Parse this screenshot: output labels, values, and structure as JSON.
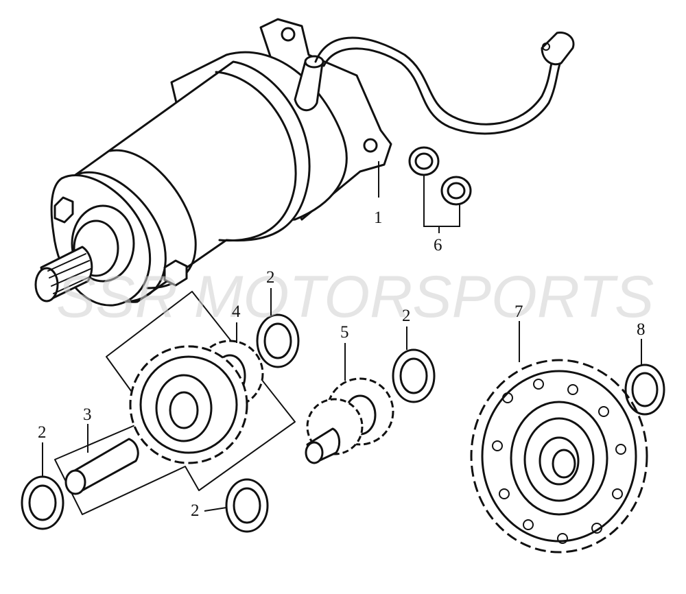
{
  "watermark": "SSR MOTORSPORTS",
  "callouts": {
    "p1": "1",
    "p2": "2",
    "p3": "3",
    "p4": "4",
    "p5": "5",
    "p6": "6",
    "p7": "7",
    "p8": "8"
  },
  "colors": {
    "ink": "#111111",
    "background": "#ffffff",
    "watermark": "#cfcfcf"
  }
}
